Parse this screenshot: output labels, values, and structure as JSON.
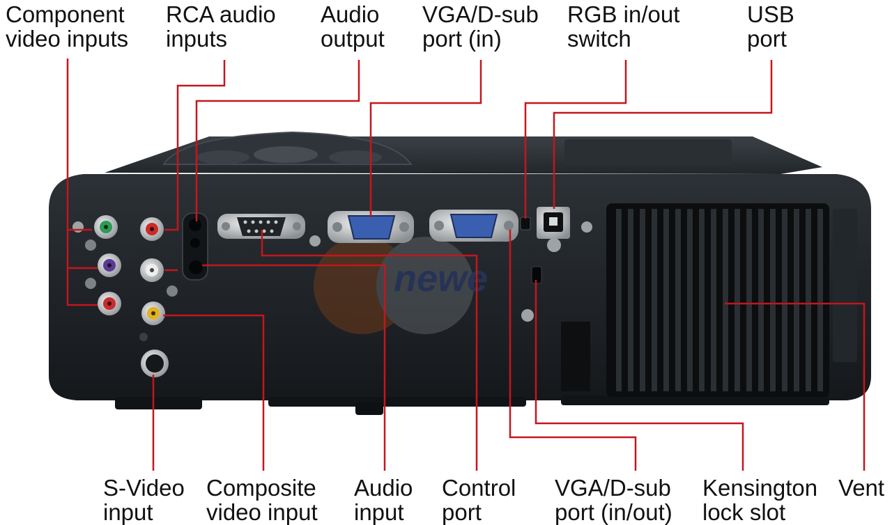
{
  "colors": {
    "leader_line": "#c4161c",
    "projector_body": "#1e2226",
    "label_text": "#111111",
    "vga_blue": "#3a5fb0"
  },
  "labels_top": [
    {
      "line1": "Component",
      "line2": "video inputs"
    },
    {
      "line1": "RCA audio",
      "line2": "inputs"
    },
    {
      "line1": "Audio",
      "line2": "output"
    },
    {
      "line1": "VGA/D-sub",
      "line2": "port (in)"
    },
    {
      "line1": "RGB in/out",
      "line2": "switch"
    },
    {
      "line1": "USB",
      "line2": "port"
    }
  ],
  "labels_bottom": [
    {
      "line1": "S-Video",
      "line2": "input"
    },
    {
      "line1": "Composite",
      "line2": "video input"
    },
    {
      "line1": "Audio",
      "line2": "input"
    },
    {
      "line1": "Control",
      "line2": "port"
    },
    {
      "line1": "VGA/D-sub",
      "line2": "port (in/out)"
    },
    {
      "line1": "Kensington",
      "line2": "lock slot"
    },
    {
      "line1": "Vent",
      "line2": ""
    }
  ],
  "watermark": "newe"
}
